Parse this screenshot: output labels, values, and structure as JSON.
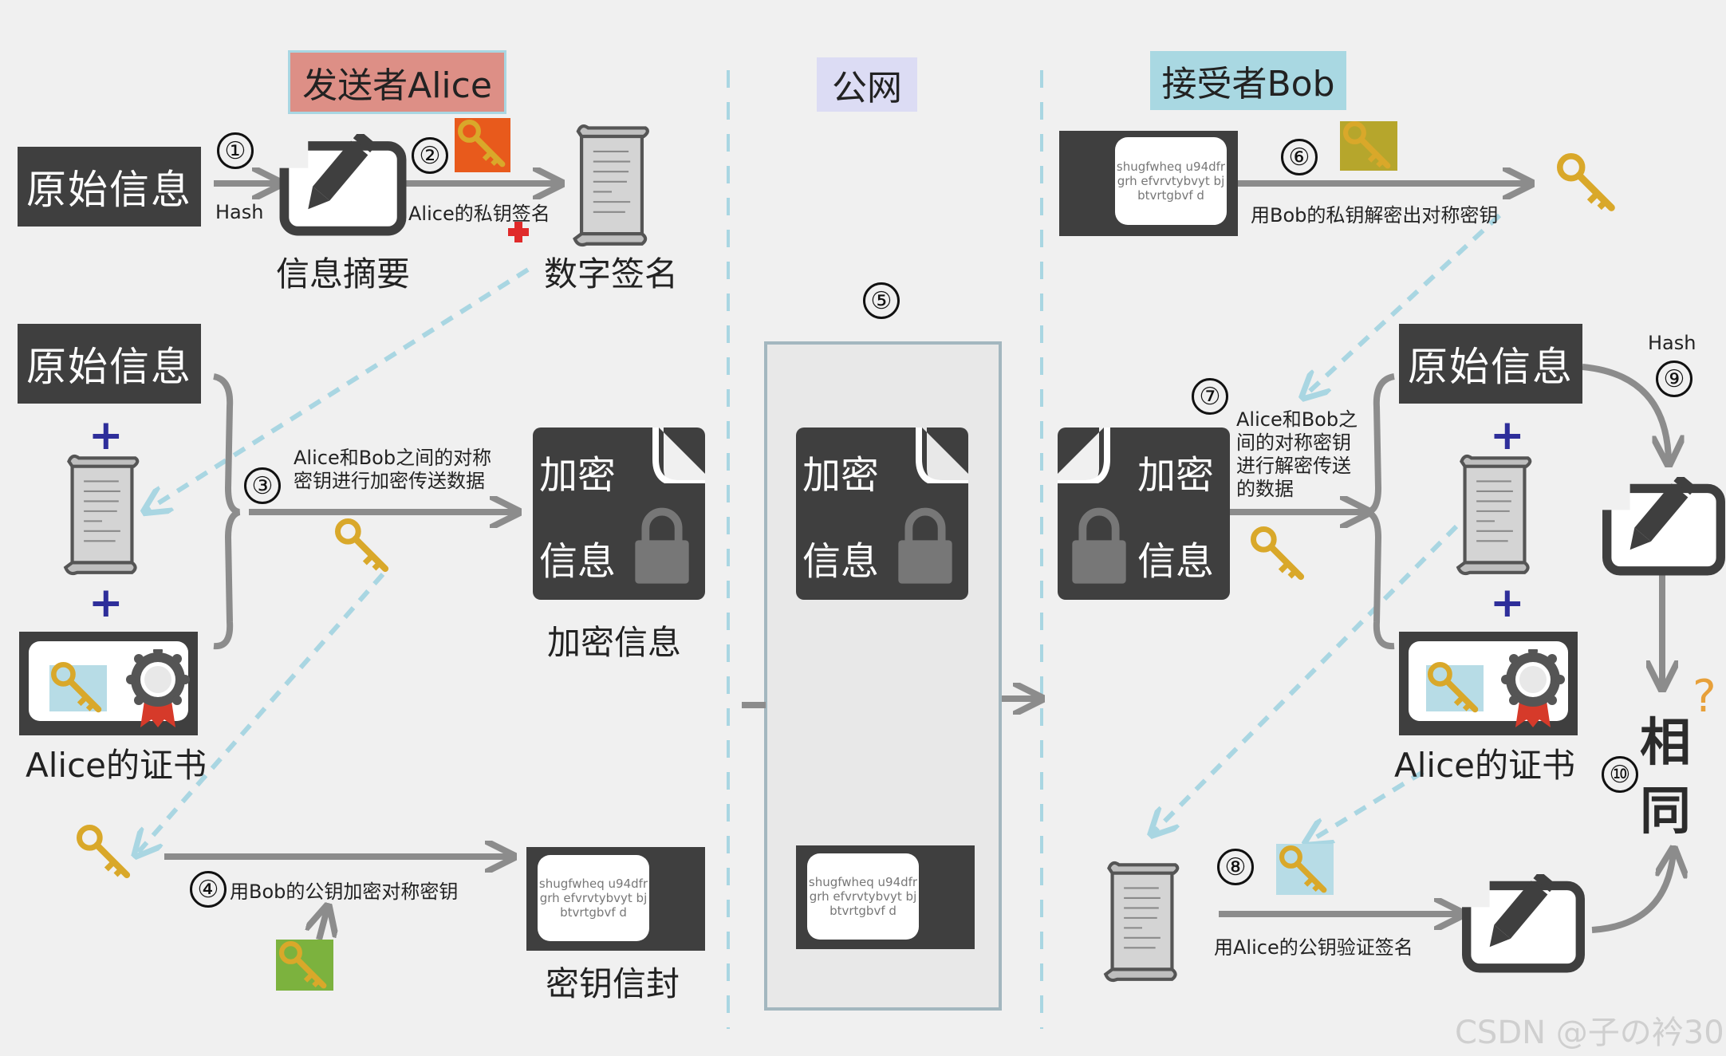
{
  "headers": {
    "sender": "发送者Alice",
    "network": "公网",
    "receiver": "接受者Bob"
  },
  "colors": {
    "sender_header_bg": "#dd8f86",
    "network_header_bg": "#dcdcf4",
    "receiver_header_bg": "#a9d8e2",
    "dark_box": "#3f3f3f",
    "arrow": "#8c8c8c",
    "dashed_arrow": "#a9d6e2",
    "key_gold": "#d9a82a",
    "seal_red": "#d63a2a",
    "plus_blue": "#2e2e9a"
  },
  "labels": {
    "original_info": "原始信息",
    "digest": "信息摘要",
    "digital_signature": "数字签名",
    "encrypted_info": "加密信息",
    "key_envelope": "密钥信封",
    "alice_cert": "Alice的证书",
    "hash": "Hash",
    "same_1": "相",
    "same_2": "同"
  },
  "encdoc": {
    "top": "加密",
    "bottom": "信息"
  },
  "envelope_text": "shugfwheq u94dfrgrh efvrvtybvyt bjbtvrtgbvf d",
  "steps": {
    "s1": "①",
    "s2": "②",
    "s3": "③",
    "s4": "④",
    "s5": "⑤",
    "s6": "⑥",
    "s7": "⑦",
    "s8": "⑧",
    "s9": "⑨",
    "s10": "⑩"
  },
  "captions": {
    "alice_private_sign": "Alice的私钥签名",
    "symmetric_encrypt": "Alice和Bob之间的对称密钥进行加密传送数据",
    "bob_public_encrypt": "用Bob的公钥加密对称密钥",
    "bob_private_decrypt": "用Bob的私钥解密出对称密钥",
    "symmetric_decrypt": "Alice和Bob之间的对称密钥进行解密传送的数据",
    "alice_public_verify": "用Alice的公钥验证签名"
  },
  "watermark": "CSDN @子の衿30",
  "icons": [
    "key-icon",
    "pencil-icon",
    "scroll-icon",
    "lock-icon",
    "seal-icon",
    "plus-icon",
    "red-cross-icon",
    "question-icon"
  ]
}
